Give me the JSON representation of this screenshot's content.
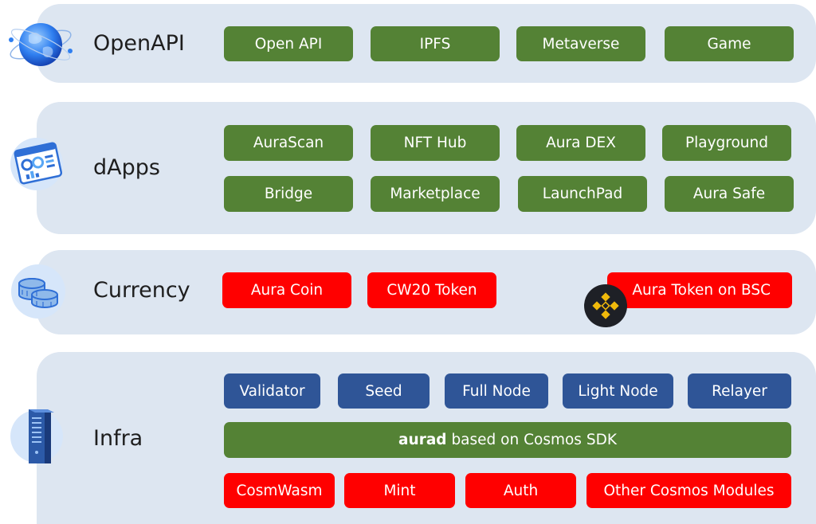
{
  "layers": {
    "openapi": {
      "title": "OpenAPI",
      "icon": "globe-icon",
      "items": [
        "Open API",
        "IPFS",
        "Metaverse",
        "Game"
      ]
    },
    "dapps": {
      "title": "dApps",
      "icon": "dashboard-icon",
      "items": [
        "AuraScan",
        "NFT Hub",
        "Aura DEX",
        "Playground",
        "Bridge",
        "Marketplace",
        "LaunchPad",
        "Aura Safe"
      ]
    },
    "currency": {
      "title": "Currency",
      "icon": "coins-icon",
      "items": [
        "Aura Coin",
        "CW20 Token",
        "Aura Token on BSC"
      ],
      "badge_icon": "binance-icon"
    },
    "infra": {
      "title": "Infra",
      "icon": "server-icon",
      "nodes": [
        "Validator",
        "Seed",
        "Full Node",
        "Light Node",
        "Relayer"
      ],
      "core_bold": "aurad",
      "core_text": " based on Cosmos SDK",
      "modules": [
        "CosmWasm",
        "Mint",
        "Auth",
        "Other Cosmos Modules"
      ]
    }
  },
  "colors": {
    "band": "#dde6f1",
    "green": "#548235",
    "red": "#ff0000",
    "blue": "#2f5597",
    "binance_yellow": "#f0b90b"
  }
}
